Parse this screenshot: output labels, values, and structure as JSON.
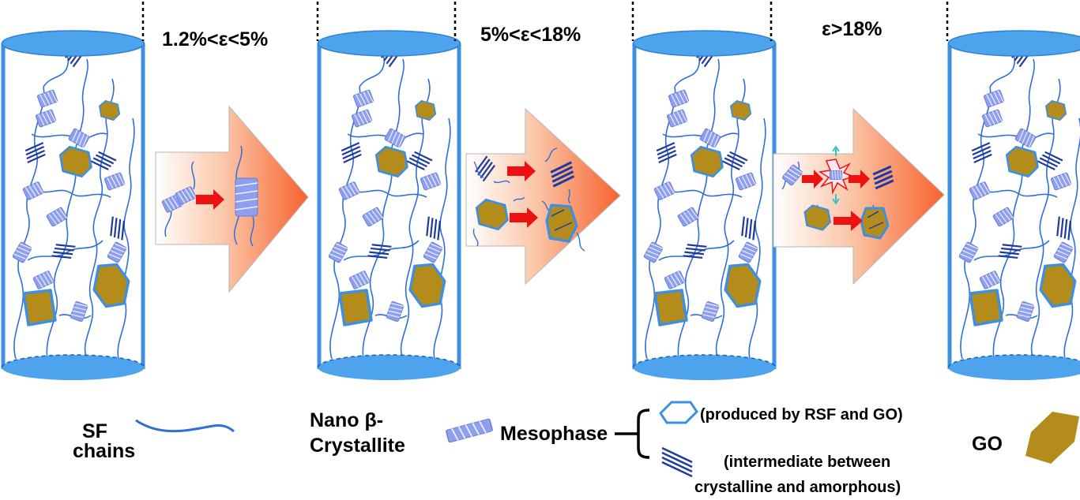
{
  "stages": [
    {
      "label": "1.2%<ε<5%"
    },
    {
      "label": "5%<ε<18%"
    },
    {
      "label": "ε>18%"
    }
  ],
  "legend": {
    "sf_chains": {
      "line1": "SF",
      "line2": "chains"
    },
    "nano_beta": {
      "line1": "Nano β-",
      "line2": "Crystallite"
    },
    "mesophase": {
      "label": "Mesophase"
    },
    "meso_hex_note": "(produced by RSF and GO)",
    "meso_stack_note": {
      "line1": "(intermediate between",
      "line2": "crystalline and amorphous)"
    },
    "go": {
      "label": "GO"
    }
  },
  "colors": {
    "cylinder_edge": "#3e8fe0",
    "cylinder_cap": "#4da3ec",
    "chain": "#2f6fd6",
    "crystallite": "#8f9ff0",
    "stack": "#1e3a9e",
    "go_fill": "#b38c1c",
    "go_edge": "#3d8fe0",
    "red_arrow": "#ee1111",
    "orange": "#f7763d"
  }
}
